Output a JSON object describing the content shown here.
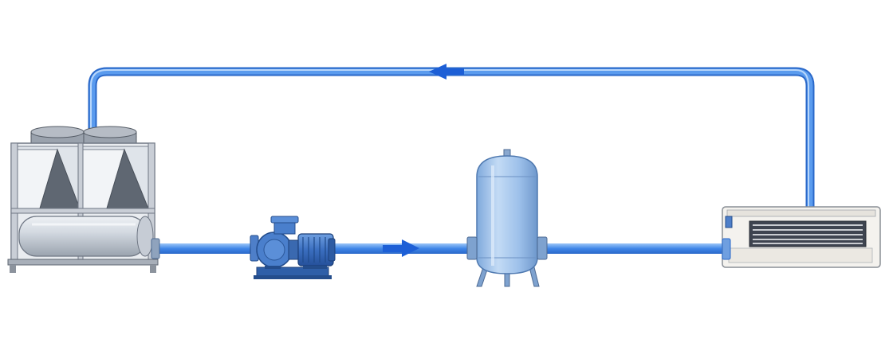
{
  "diagram": {
    "kind": "chilled-water-loop",
    "components": [
      {
        "id": "chiller",
        "icon": "air-cooled-chiller-icon"
      },
      {
        "id": "pump",
        "icon": "centrifugal-pump-icon"
      },
      {
        "id": "tank",
        "icon": "buffer-tank-icon"
      },
      {
        "id": "fan-coil",
        "icon": "fan-coil-unit-icon"
      }
    ],
    "flow": {
      "supply_direction": "right",
      "return_direction": "left"
    },
    "colors": {
      "pipe": "#3f86e8",
      "pipe_dark": "#2a68c9",
      "pipe_light": "#8fbdf5",
      "arrow": "#1d5fd6",
      "steel": "#c9ced6",
      "steel_dark": "#6f7784",
      "tank": "#a9c9ee",
      "pump": "#3c6fb8",
      "unit_body": "#f4f2ee"
    }
  }
}
